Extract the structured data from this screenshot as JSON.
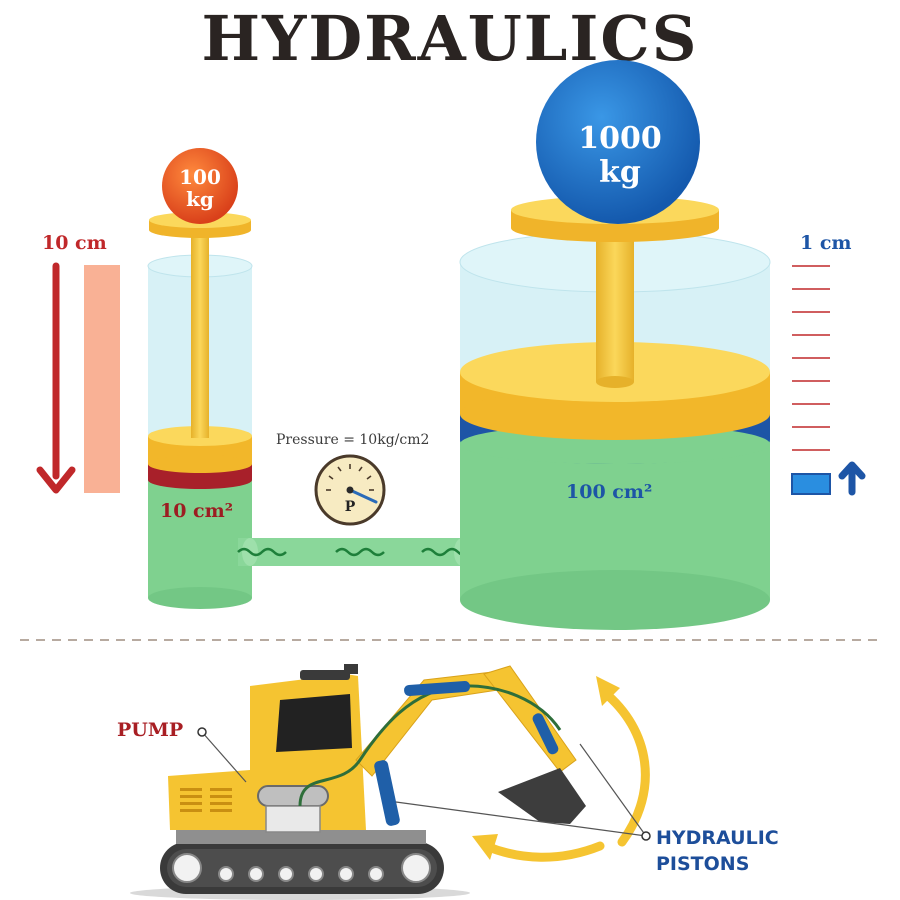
{
  "title": "HYDRAULICS",
  "small_cylinder": {
    "mass_line1": "100",
    "mass_line2": "kg",
    "distance": "10 cm",
    "area": "10 cm²"
  },
  "large_cylinder": {
    "mass_line1": "1000",
    "mass_line2": "kg",
    "distance": "1 cm",
    "area": "100 cm²"
  },
  "gauge": {
    "pressure_text": "Pressure = 10kg/cm2",
    "symbol": "P"
  },
  "excavator": {
    "pump_label": "PUMP",
    "pistons_line1": "HYDRAULIC",
    "pistons_line2": "PISTONS"
  },
  "colors": {
    "fluid": "#7fd18f",
    "glass": "#cdeef4",
    "piston": "#f5c431",
    "small_weight": "#e8531d",
    "large_weight": "#1f72c4",
    "small_arrow": "#c0282a",
    "large_arrow": "#1d55a6",
    "machine": "#f5c431"
  }
}
